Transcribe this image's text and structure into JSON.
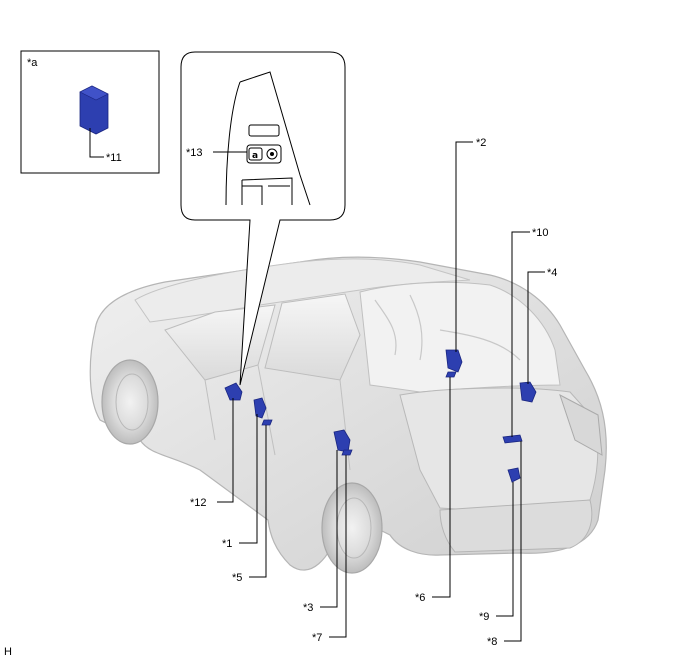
{
  "inset_label": "*a",
  "labels": {
    "l1": "*1",
    "l2": "*2",
    "l3": "*3",
    "l4": "*4",
    "l5": "*5",
    "l6": "*6",
    "l7": "*7",
    "l8": "*8",
    "l9": "*9",
    "l10": "*10",
    "l11": "*11",
    "l12": "*12",
    "l13": "*13"
  },
  "corner_code": "H",
  "colors": {
    "component": "#2d3fb0",
    "component_dark": "#1a2680",
    "car_body": "#e2e2e2",
    "car_outline": "#b5b5b5",
    "leader": "#000000"
  }
}
